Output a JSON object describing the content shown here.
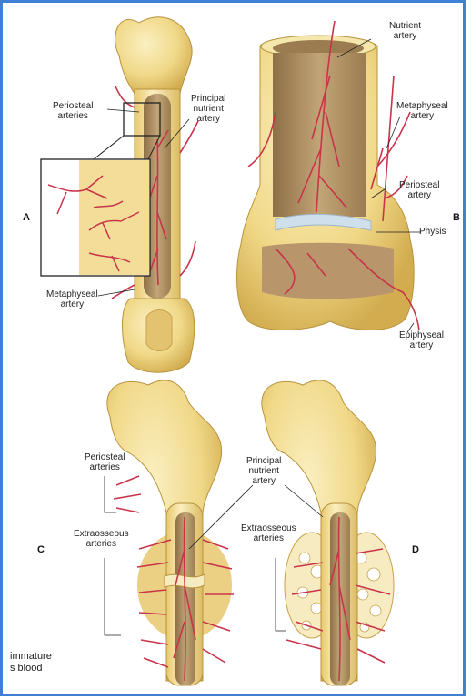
{
  "panel_letters": {
    "a": "A",
    "b": "B",
    "c": "C",
    "d": "D"
  },
  "labels": {
    "a_periosteal": "Periosteal\narteries",
    "a_principal_nutrient": "Principal\nnutrient\nartery",
    "a_metaphyseal": "Metaphyseal\nartery",
    "b_nutrient": "Nutrient\nartery",
    "b_metaphyseal": "Metaphyseal\nartery",
    "b_periosteal": "Periosteal\nartery",
    "b_physis": "Physis",
    "b_epiphyseal": "Epiphyseal\nartery",
    "c_periosteal": "Periosteal\narteries",
    "c_extraosseous": "Extraosseous\narteries",
    "cd_principal_nutrient": "Principal\nnutrient\nartery",
    "d_extraosseous": "Extraosseous\narteries"
  },
  "caption": {
    "line1": "immature",
    "line2": "s blood"
  },
  "colors": {
    "bone": "#f3dc93",
    "bone_shade": "#d9b95c",
    "marrow": "#b89a6a",
    "artery": "#c8344a",
    "physis": "#cfe0ec",
    "frame": "#3f7fd4"
  }
}
